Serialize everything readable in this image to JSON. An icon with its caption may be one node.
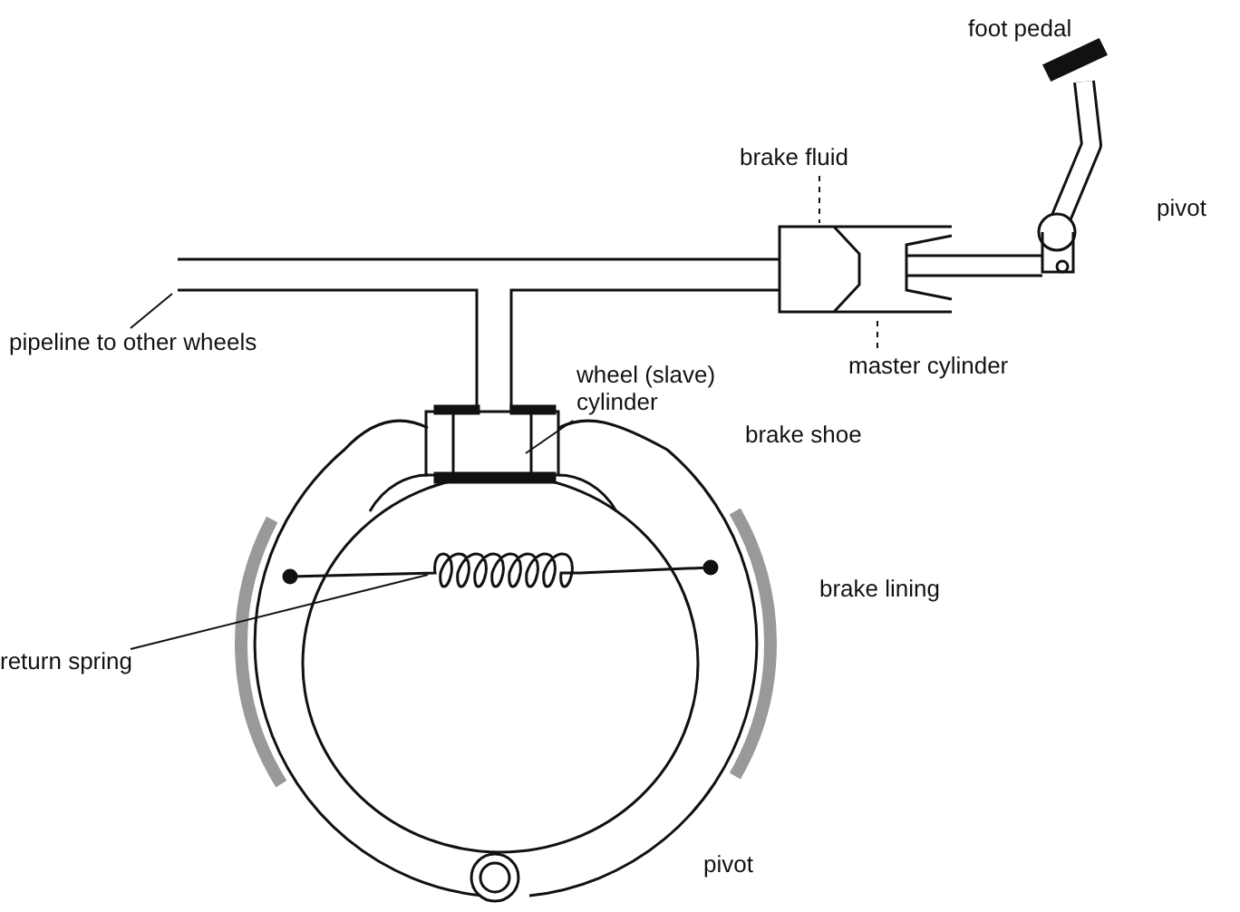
{
  "diagram": {
    "nodes": [
      {
        "text": [
          "pipeline to other wheels"
        ]
      },
      {
        "text": [],
        "shape": "pipe"
      },
      {
        "text": [
          "wheel (slave) cylinder"
        ]
      },
      {
        "text": [],
        "shape": "cylinder"
      },
      {
        "text": [
          "brake fluid"
        ]
      },
      {
        "text": [],
        "shape": "cylinder"
      },
      {
        "text": [
          "master cylinder"
        ]
      },
      {
        "text": [
          "return spring"
        ]
      },
      {
        "text": [],
        "shape": "spring"
      }
    ],
    "edges": [
      {
        "from": 0,
        "to": 1,
        "arrow": "none"
      },
      {
        "from": 2,
        "to": 3,
        "arrow": "none"
      },
      {
        "from": 4,
        "to": 5,
        "arrow": "none",
        "style": "dashed"
      },
      {
        "from": 6,
        "to": 5,
        "arrow": "none",
        "style": "dashed"
      },
      {
        "from": 7,
        "to": 8,
        "arrow": "none"
      }
    ],
    "labels": [
      "foot pedal",
      "pivot",
      "brake shoe",
      "brake lining",
      "pivot"
    ]
  }
}
